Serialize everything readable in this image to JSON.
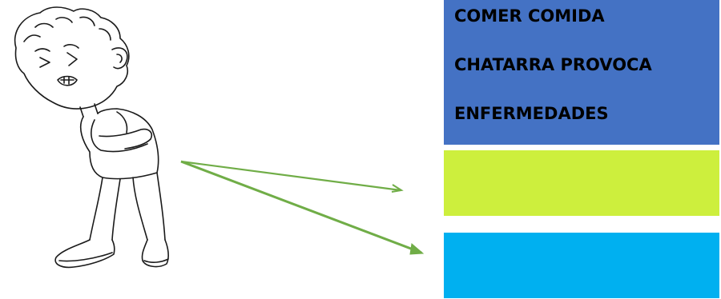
{
  "cards": {
    "blue": {
      "lines": [
        "COMER COMIDA",
        "CHATARRA PROVOCA",
        "ENFERMEDADES"
      ],
      "color": "#4472c4"
    },
    "green": {
      "text": "",
      "color": "#cdef3d"
    },
    "cyan": {
      "text": "",
      "color": "#00b0f0"
    }
  },
  "arrow_color": "#70ad47",
  "illustration": "boy-with-stomach-ache-icon"
}
